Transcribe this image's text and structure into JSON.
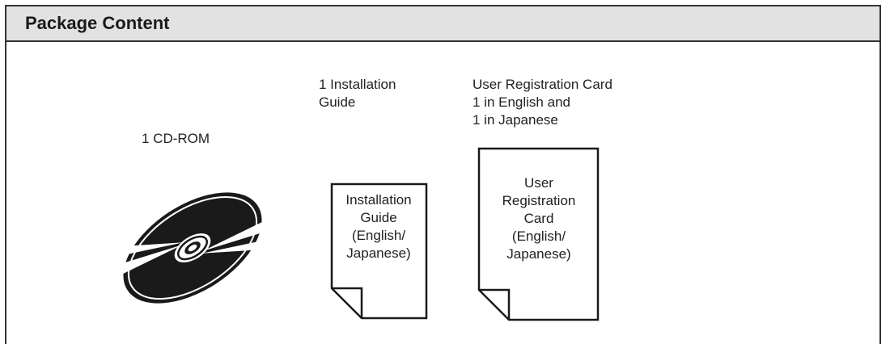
{
  "header": {
    "title": "Package Content"
  },
  "items": {
    "cd": {
      "label": "1 CD-ROM",
      "icon": "cd-rom-icon"
    },
    "guide": {
      "label_lines": [
        "1 Installation",
        "Guide"
      ],
      "doc_lines": [
        "Installation",
        "Guide",
        "(English/",
        "Japanese)"
      ],
      "icon": "folded-document-icon"
    },
    "card": {
      "label_lines": [
        "User Registration Card",
        "1 in English and",
        "1 in Japanese"
      ],
      "doc_lines": [
        "User",
        "Registration",
        "Card",
        "(English/",
        "Japanese)"
      ],
      "icon": "folded-document-icon"
    }
  },
  "colors": {
    "header_bg": "#e2e2e2",
    "border": "#333333",
    "ink": "#1a1a1a"
  }
}
